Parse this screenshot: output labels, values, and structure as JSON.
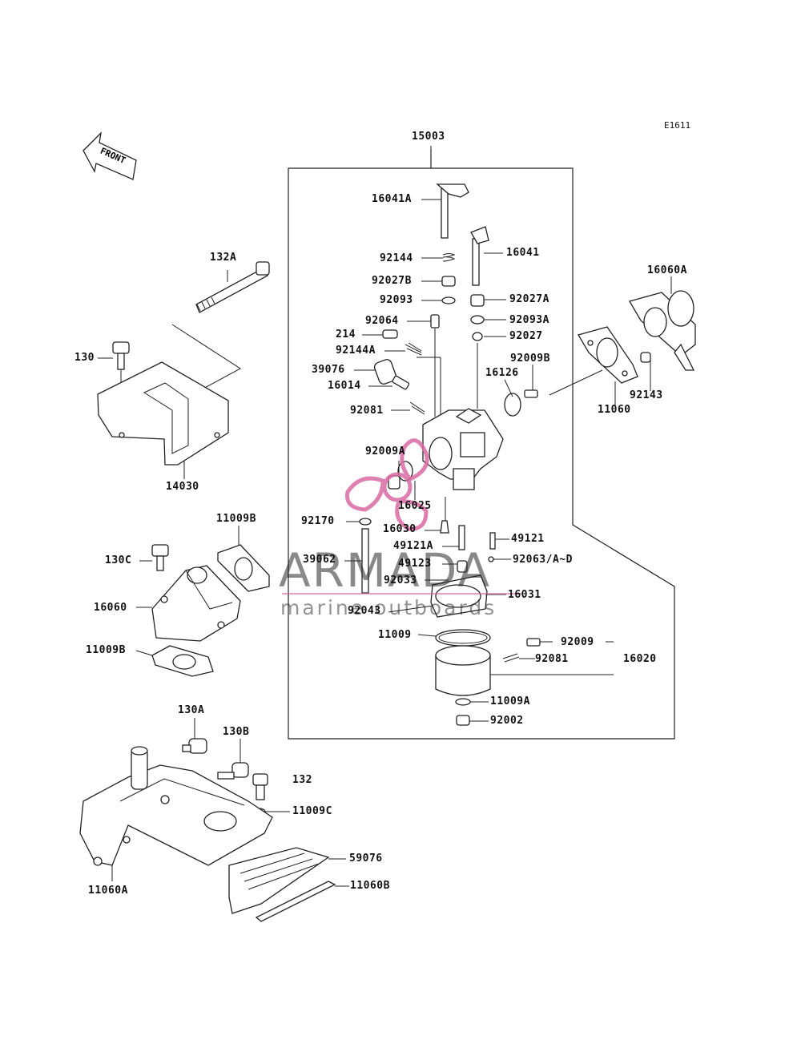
{
  "diagram_code": "E1611",
  "front_arrow_text": "FRONT",
  "watermark": {
    "brand": "ARMADA",
    "tagline": "marine outboards",
    "accent_color": "#d96aa3"
  },
  "labels": {
    "p15003": "15003",
    "p16041A": "16041A",
    "p16041": "16041",
    "p92144": "92144",
    "p92027B": "92027B",
    "p92093": "92093",
    "p92027A": "92027A",
    "p92064": "92064",
    "p92093A": "92093A",
    "p214": "214",
    "p92027": "92027",
    "p92144A": "92144A",
    "p39076": "39076",
    "p92009B": "92009B",
    "p16014": "16014",
    "p16126": "16126",
    "p92081a": "92081",
    "p16060A": "16060A",
    "p92143": "92143",
    "p11060": "11060",
    "p92009A": "92009A",
    "p16025": "16025",
    "p92170": "92170",
    "p16030": "16030",
    "p49121": "49121",
    "p49121A": "49121A",
    "p92063": "92063/A~D",
    "p39062": "39062",
    "p49123": "49123",
    "p92033": "92033",
    "p16031": "16031",
    "p92043": "92043",
    "p11009": "11009",
    "p92009": "92009",
    "p92081b": "92081",
    "p16020": "16020",
    "p11009A": "11009A",
    "p92002": "92002",
    "p132A": "132A",
    "p130": "130",
    "p14030": "14030",
    "p11009B_top": "11009B",
    "p130C": "130C",
    "p16060": "16060",
    "p11009B_bot": "11009B",
    "p130A": "130A",
    "p130B": "130B",
    "p132": "132",
    "p11009C": "11009C",
    "p59076": "59076",
    "p11060A": "11060A",
    "p11060B": "11060B"
  }
}
